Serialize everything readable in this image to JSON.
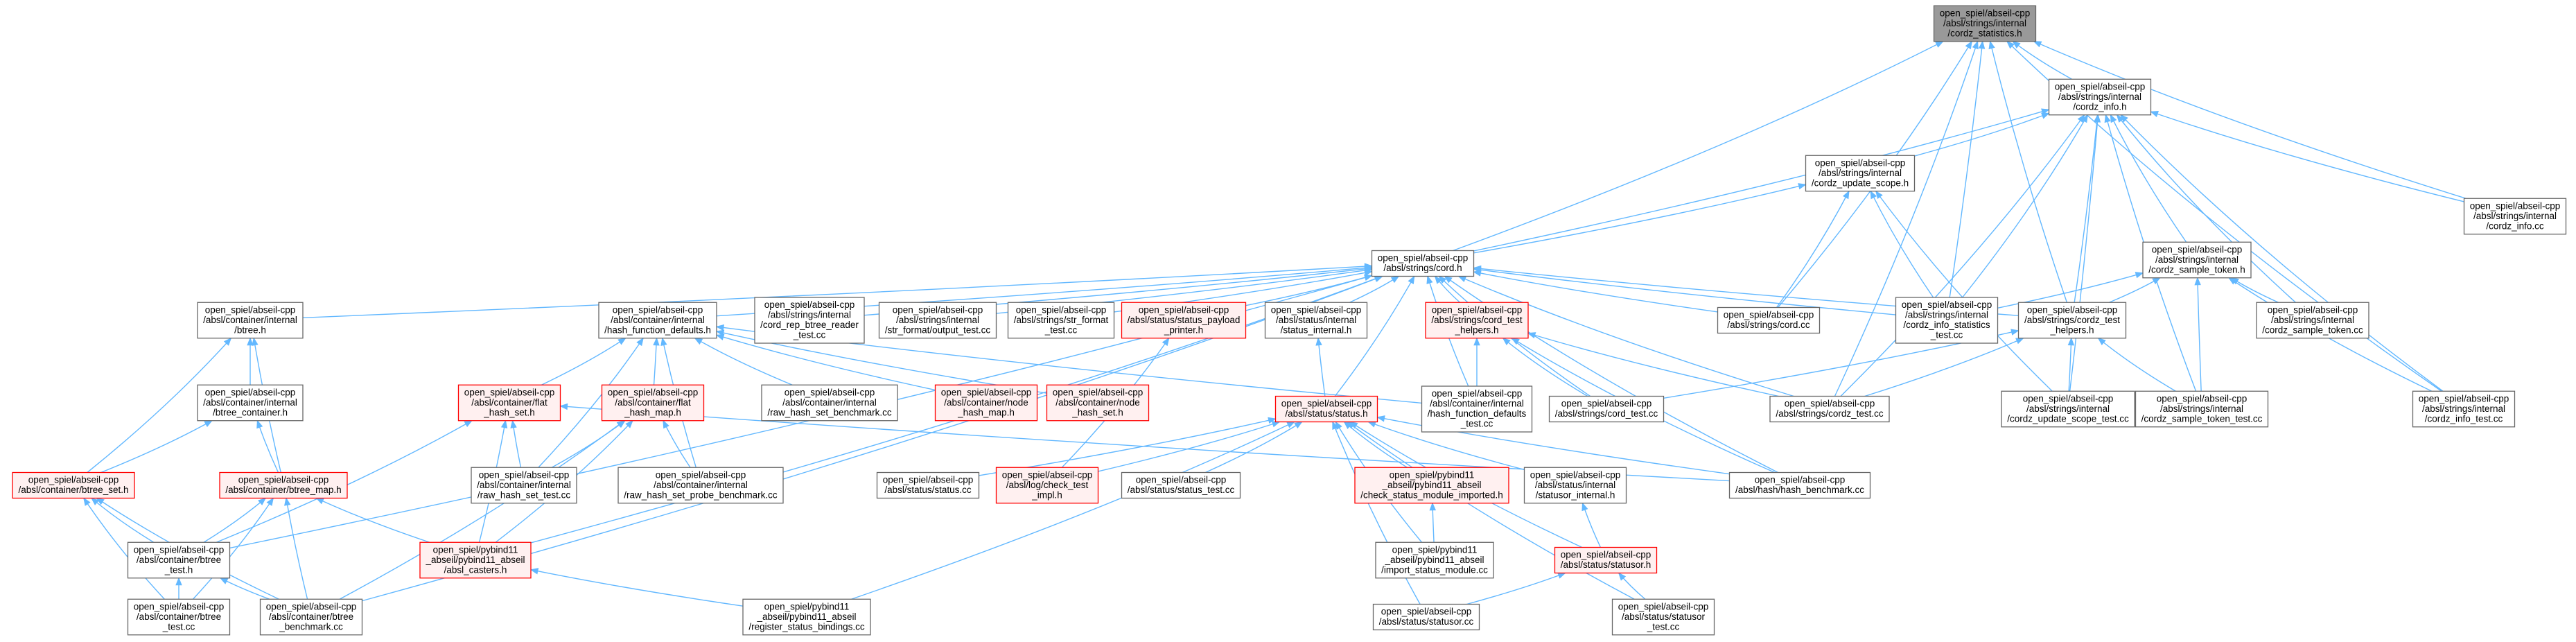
{
  "colors": {
    "edge": "#63b8ff",
    "root_fill": "#999999",
    "normal_fill": "#ffffff",
    "normal_stroke": "#666666",
    "incomplete_fill": "#fff0f0",
    "incomplete_stroke": "#ff0000"
  },
  "nodes": [
    {
      "id": "statistics",
      "style": "root",
      "lines": [
        "open_spiel/abseil-cpp",
        "/absl/strings/internal",
        "/cordz_statistics.h"
      ]
    },
    {
      "id": "cordz_info_h",
      "style": "normal",
      "lines": [
        "open_spiel/abseil-cpp",
        "/absl/strings/internal",
        "/cordz_info.h"
      ]
    },
    {
      "id": "cordz_update_scope",
      "style": "normal",
      "lines": [
        "open_spiel/abseil-cpp",
        "/absl/strings/internal",
        "/cordz_update_scope.h"
      ]
    },
    {
      "id": "cordz_info_cc",
      "style": "normal",
      "lines": [
        "open_spiel/abseil-cpp",
        "/absl/strings/internal",
        "/cordz_info.cc"
      ]
    },
    {
      "id": "cord_h",
      "style": "normal",
      "lines": [
        "open_spiel/abseil-cpp",
        "/absl/strings/cord.h"
      ]
    },
    {
      "id": "sample_token_h",
      "style": "normal",
      "lines": [
        "open_spiel/abseil-cpp",
        "/absl/strings/internal",
        "/cordz_sample_token.h"
      ]
    },
    {
      "id": "btree_h",
      "style": "normal",
      "lines": [
        "open_spiel/abseil-cpp",
        "/absl/container/internal",
        "/btree.h"
      ]
    },
    {
      "id": "hash_fn_defaults",
      "style": "normal",
      "lines": [
        "open_spiel/abseil-cpp",
        "/absl/container/internal",
        "/hash_function_defaults.h"
      ]
    },
    {
      "id": "cord_rep_btree_reader_test",
      "style": "normal",
      "lines": [
        "open_spiel/abseil-cpp",
        "/absl/strings/internal",
        "/cord_rep_btree_reader",
        "_test.cc"
      ]
    },
    {
      "id": "str_format_output_test",
      "style": "normal",
      "lines": [
        "open_spiel/abseil-cpp",
        "/absl/strings/internal",
        "/str_format/output_test.cc"
      ]
    },
    {
      "id": "str_format_test",
      "style": "normal",
      "lines": [
        "open_spiel/abseil-cpp",
        "/absl/strings/str_format",
        "_test.cc"
      ]
    },
    {
      "id": "status_payload_printer",
      "style": "incomplete",
      "lines": [
        "open_spiel/abseil-cpp",
        "/absl/status/status_payload",
        "_printer.h"
      ]
    },
    {
      "id": "status_internal",
      "style": "normal",
      "lines": [
        "open_spiel/abseil-cpp",
        "/absl/status/internal",
        "/status_internal.h"
      ]
    },
    {
      "id": "cord_test_helpers",
      "style": "incomplete",
      "lines": [
        "open_spiel/abseil-cpp",
        "/absl/strings/cord_test",
        "_helpers.h"
      ]
    },
    {
      "id": "cord_cc",
      "style": "normal",
      "lines": [
        "open_spiel/abseil-cpp",
        "/absl/strings/cord.cc"
      ]
    },
    {
      "id": "cordz_info_statistics_test",
      "style": "normal",
      "lines": [
        "open_spiel/abseil-cpp",
        "/absl/strings/internal",
        "/cordz_info_statistics",
        "_test.cc"
      ]
    },
    {
      "id": "cordz_test_helpers",
      "style": "normal",
      "lines": [
        "open_spiel/abseil-cpp",
        "/absl/strings/cordz_test",
        "_helpers.h"
      ]
    },
    {
      "id": "cordz_sample_token_cc",
      "style": "normal",
      "lines": [
        "open_spiel/abseil-cpp",
        "/absl/strings/internal",
        "/cordz_sample_token.cc"
      ]
    },
    {
      "id": "btree_container",
      "style": "normal",
      "lines": [
        "open_spiel/abseil-cpp",
        "/absl/container/internal",
        "/btree_container.h"
      ]
    },
    {
      "id": "flat_hash_set",
      "style": "incomplete",
      "lines": [
        "open_spiel/abseil-cpp",
        "/absl/container/flat",
        "_hash_set.h"
      ]
    },
    {
      "id": "flat_hash_map",
      "style": "incomplete",
      "lines": [
        "open_spiel/abseil-cpp",
        "/absl/container/flat",
        "_hash_map.h"
      ]
    },
    {
      "id": "raw_hash_set_benchmark",
      "style": "normal",
      "lines": [
        "open_spiel/abseil-cpp",
        "/absl/container/internal",
        "/raw_hash_set_benchmark.cc"
      ]
    },
    {
      "id": "node_hash_map",
      "style": "incomplete",
      "lines": [
        "open_spiel/abseil-cpp",
        "/absl/container/node",
        "_hash_map.h"
      ]
    },
    {
      "id": "node_hash_set",
      "style": "incomplete",
      "lines": [
        "open_spiel/abseil-cpp",
        "/absl/container/node",
        "_hash_set.h"
      ]
    },
    {
      "id": "status_h",
      "style": "incomplete",
      "lines": [
        "open_spiel/abseil-cpp",
        "/absl/status/status.h"
      ]
    },
    {
      "id": "hash_fn_defaults_test",
      "style": "normal",
      "lines": [
        "open_spiel/abseil-cpp",
        "/absl/container/internal",
        "/hash_function_defaults",
        "_test.cc"
      ]
    },
    {
      "id": "cord_test",
      "style": "normal",
      "lines": [
        "open_spiel/abseil-cpp",
        "/absl/strings/cord_test.cc"
      ]
    },
    {
      "id": "cordz_test",
      "style": "normal",
      "lines": [
        "open_spiel/abseil-cpp",
        "/absl/strings/cordz_test.cc"
      ]
    },
    {
      "id": "cordz_update_scope_test",
      "style": "normal",
      "lines": [
        "open_spiel/abseil-cpp",
        "/absl/strings/internal",
        "/cordz_update_scope_test.cc"
      ]
    },
    {
      "id": "cordz_sample_token_test",
      "style": "normal",
      "lines": [
        "open_spiel/abseil-cpp",
        "/absl/strings/internal",
        "/cordz_sample_token_test.cc"
      ]
    },
    {
      "id": "cordz_info_test",
      "style": "normal",
      "lines": [
        "open_spiel/abseil-cpp",
        "/absl/strings/internal",
        "/cordz_info_test.cc"
      ]
    },
    {
      "id": "btree_set",
      "style": "incomplete",
      "lines": [
        "open_spiel/abseil-cpp",
        "/absl/container/btree_set.h"
      ]
    },
    {
      "id": "btree_map",
      "style": "incomplete",
      "lines": [
        "open_spiel/abseil-cpp",
        "/absl/container/btree_map.h"
      ]
    },
    {
      "id": "raw_hash_set_test",
      "style": "normal",
      "lines": [
        "open_spiel/abseil-cpp",
        "/absl/container/internal",
        "/raw_hash_set_test.cc"
      ]
    },
    {
      "id": "raw_hash_set_probe_benchmark",
      "style": "normal",
      "lines": [
        "open_spiel/abseil-cpp",
        "/absl/container/internal",
        "/raw_hash_set_probe_benchmark.cc"
      ]
    },
    {
      "id": "status_cc",
      "style": "normal",
      "lines": [
        "open_spiel/abseil-cpp",
        "/absl/status/status.cc"
      ]
    },
    {
      "id": "check_test_impl",
      "style": "incomplete",
      "lines": [
        "open_spiel/abseil-cpp",
        "/absl/log/check_test",
        "_impl.h"
      ]
    },
    {
      "id": "status_test",
      "style": "normal",
      "lines": [
        "open_spiel/abseil-cpp",
        "/absl/status/status_test.cc"
      ]
    },
    {
      "id": "check_status_module_imported",
      "style": "incomplete",
      "lines": [
        "open_spiel/pybind11",
        "_abseil/pybind11_abseil",
        "/check_status_module_imported.h"
      ]
    },
    {
      "id": "statusor_internal",
      "style": "normal",
      "lines": [
        "open_spiel/abseil-cpp",
        "/absl/status/internal",
        "/statusor_internal.h"
      ]
    },
    {
      "id": "hash_benchmark",
      "style": "normal",
      "lines": [
        "open_spiel/abseil-cpp",
        "/absl/hash/hash_benchmark.cc"
      ]
    },
    {
      "id": "btree_test_h",
      "style": "normal",
      "lines": [
        "open_spiel/abseil-cpp",
        "/absl/container/btree",
        "_test.h"
      ]
    },
    {
      "id": "absl_casters",
      "style": "incomplete",
      "lines": [
        "open_spiel/pybind11",
        "_abseil/pybind11_abseil",
        "/absl_casters.h"
      ]
    },
    {
      "id": "import_status_module",
      "style": "normal",
      "lines": [
        "open_spiel/pybind11",
        "_abseil/pybind11_abseil",
        "/import_status_module.cc"
      ]
    },
    {
      "id": "statusor_h",
      "style": "incomplete",
      "lines": [
        "open_spiel/abseil-cpp",
        "/absl/status/statusor.h"
      ]
    },
    {
      "id": "btree_test_cc",
      "style": "normal",
      "lines": [
        "open_spiel/abseil-cpp",
        "/absl/container/btree",
        "_test.cc"
      ]
    },
    {
      "id": "btree_benchmark",
      "style": "normal",
      "lines": [
        "open_spiel/abseil-cpp",
        "/absl/container/btree",
        "_benchmark.cc"
      ]
    },
    {
      "id": "register_status_bindings",
      "style": "normal",
      "lines": [
        "open_spiel/pybind11",
        "_abseil/pybind11_abseil",
        "/register_status_bindings.cc"
      ]
    },
    {
      "id": "statusor_cc",
      "style": "normal",
      "lines": [
        "open_spiel/abseil-cpp",
        "/absl/status/statusor.cc"
      ]
    },
    {
      "id": "statusor_test",
      "style": "normal",
      "lines": [
        "open_spiel/abseil-cpp",
        "/absl/status/statusor",
        "_test.cc"
      ]
    }
  ],
  "edges": [
    [
      "statistics",
      "cordz_info_h"
    ],
    [
      "statistics",
      "cord_h"
    ],
    [
      "statistics",
      "cordz_info_cc"
    ],
    [
      "statistics",
      "cord_cc"
    ],
    [
      "statistics",
      "cordz_info_statistics_test"
    ],
    [
      "statistics",
      "cordz_test_helpers"
    ],
    [
      "statistics",
      "cordz_test"
    ],
    [
      "statistics",
      "cordz_info_test"
    ],
    [
      "cordz_info_h",
      "cordz_update_scope"
    ],
    [
      "cordz_info_h",
      "cordz_info_cc"
    ],
    [
      "cordz_info_h",
      "cord_h"
    ],
    [
      "cordz_info_h",
      "sample_token_h"
    ],
    [
      "cordz_info_h",
      "cordz_info_statistics_test"
    ],
    [
      "cordz_info_h",
      "cordz_test_helpers"
    ],
    [
      "cordz_info_h",
      "cordz_sample_token_cc"
    ],
    [
      "cordz_info_h",
      "cordz_info_test"
    ],
    [
      "cordz_info_h",
      "cordz_update_scope_test"
    ],
    [
      "cordz_info_h",
      "cordz_sample_token_test"
    ],
    [
      "cordz_info_h",
      "cordz_test"
    ],
    [
      "cordz_update_scope",
      "cord_h"
    ],
    [
      "cordz_update_scope",
      "cord_cc"
    ],
    [
      "cordz_update_scope",
      "cordz_info_statistics_test"
    ],
    [
      "cordz_update_scope",
      "cordz_update_scope_test"
    ],
    [
      "sample_token_h",
      "cordz_info_statistics_test"
    ],
    [
      "sample_token_h",
      "cordz_test_helpers"
    ],
    [
      "sample_token_h",
      "cordz_sample_token_cc"
    ],
    [
      "sample_token_h",
      "cordz_sample_token_test"
    ],
    [
      "sample_token_h",
      "cordz_info_test"
    ],
    [
      "cordz_test_helpers",
      "cord_test"
    ],
    [
      "cordz_test_helpers",
      "cordz_test"
    ],
    [
      "cordz_test_helpers",
      "cordz_update_scope_test"
    ],
    [
      "cordz_test_helpers",
      "cordz_sample_token_test"
    ],
    [
      "cord_h",
      "btree_h"
    ],
    [
      "cord_h",
      "hash_fn_defaults"
    ],
    [
      "cord_h",
      "cord_rep_btree_reader_test"
    ],
    [
      "cord_h",
      "str_format_output_test"
    ],
    [
      "cord_h",
      "str_format_test"
    ],
    [
      "cord_h",
      "status_payload_printer"
    ],
    [
      "cord_h",
      "status_internal"
    ],
    [
      "cord_h",
      "cord_test_helpers"
    ],
    [
      "cord_h",
      "cord_cc"
    ],
    [
      "cord_h",
      "cordz_info_statistics_test"
    ],
    [
      "cord_h",
      "cordz_test_helpers"
    ],
    [
      "cord_h",
      "status_h"
    ],
    [
      "cord_h",
      "hash_fn_defaults_test"
    ],
    [
      "cord_h",
      "cord_test"
    ],
    [
      "cord_h",
      "cordz_test"
    ],
    [
      "cord_h",
      "hash_benchmark"
    ],
    [
      "cord_h",
      "btree_test_h"
    ],
    [
      "cord_h",
      "absl_casters"
    ],
    [
      "cord_h",
      "btree_benchmark"
    ],
    [
      "btree_h",
      "btree_container"
    ],
    [
      "btree_h",
      "btree_set"
    ],
    [
      "btree_h",
      "btree_map"
    ],
    [
      "btree_container",
      "btree_set"
    ],
    [
      "btree_container",
      "btree_map"
    ],
    [
      "hash_fn_defaults",
      "flat_hash_set"
    ],
    [
      "hash_fn_defaults",
      "flat_hash_map"
    ],
    [
      "hash_fn_defaults",
      "raw_hash_set_benchmark"
    ],
    [
      "hash_fn_defaults",
      "node_hash_map"
    ],
    [
      "hash_fn_defaults",
      "node_hash_set"
    ],
    [
      "hash_fn_defaults",
      "hash_fn_defaults_test"
    ],
    [
      "hash_fn_defaults",
      "raw_hash_set_test"
    ],
    [
      "hash_fn_defaults",
      "raw_hash_set_probe_benchmark"
    ],
    [
      "flat_hash_set",
      "raw_hash_set_test"
    ],
    [
      "flat_hash_set",
      "absl_casters"
    ],
    [
      "flat_hash_set",
      "btree_test_h"
    ],
    [
      "flat_hash_set",
      "hash_benchmark"
    ],
    [
      "flat_hash_map",
      "raw_hash_set_test"
    ],
    [
      "flat_hash_map",
      "raw_hash_set_probe_benchmark"
    ],
    [
      "flat_hash_map",
      "absl_casters"
    ],
    [
      "flat_hash_map",
      "btree_benchmark"
    ],
    [
      "status_payload_printer",
      "check_test_impl"
    ],
    [
      "status_internal",
      "status_h"
    ],
    [
      "cord_test_helpers",
      "hash_fn_defaults_test"
    ],
    [
      "cord_test_helpers",
      "cord_test"
    ],
    [
      "cord_test_helpers",
      "cordz_test"
    ],
    [
      "cord_test_helpers",
      "hash_benchmark"
    ],
    [
      "status_h",
      "status_cc"
    ],
    [
      "status_h",
      "check_test_impl"
    ],
    [
      "status_h",
      "status_test"
    ],
    [
      "status_h",
      "check_status_module_imported"
    ],
    [
      "status_h",
      "statusor_internal"
    ],
    [
      "status_h",
      "import_status_module"
    ],
    [
      "status_h",
      "statusor_h"
    ],
    [
      "status_h",
      "register_status_bindings"
    ],
    [
      "status_h",
      "statusor_cc"
    ],
    [
      "status_h",
      "statusor_test"
    ],
    [
      "status_h",
      "hash_benchmark"
    ],
    [
      "check_status_module_imported",
      "import_status_module"
    ],
    [
      "statusor_internal",
      "statusor_h"
    ],
    [
      "statusor_h",
      "statusor_cc"
    ],
    [
      "statusor_h",
      "statusor_test"
    ],
    [
      "btree_set",
      "btree_test_h"
    ],
    [
      "btree_set",
      "btree_test_cc"
    ],
    [
      "btree_set",
      "btree_benchmark"
    ],
    [
      "btree_map",
      "btree_test_h"
    ],
    [
      "btree_map",
      "absl_casters"
    ],
    [
      "btree_map",
      "btree_test_cc"
    ],
    [
      "btree_map",
      "btree_benchmark"
    ],
    [
      "btree_test_h",
      "btree_test_cc"
    ],
    [
      "btree_test_h",
      "btree_benchmark"
    ],
    [
      "absl_casters",
      "register_status_bindings"
    ]
  ]
}
